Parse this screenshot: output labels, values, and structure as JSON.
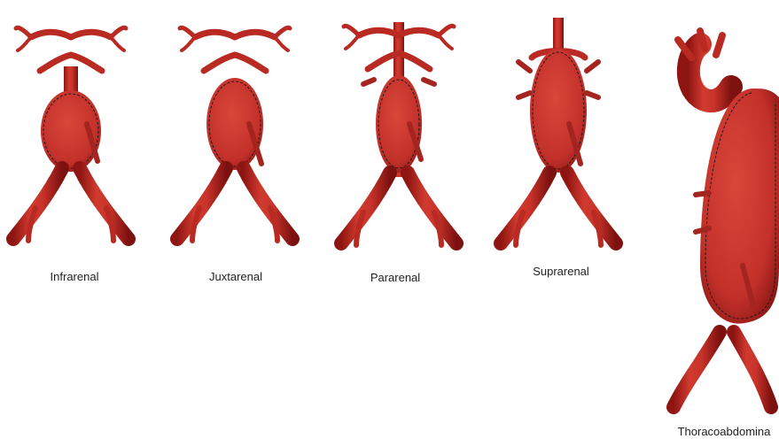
{
  "figure": {
    "labels": {
      "infrarenal": "Infrarenal",
      "juxtarenal": "Juxtarenal",
      "pararenal": "Pararenal",
      "suprarenal": "Suprarenal",
      "thoracoabdominal": "Thoracoabdomina"
    }
  }
}
